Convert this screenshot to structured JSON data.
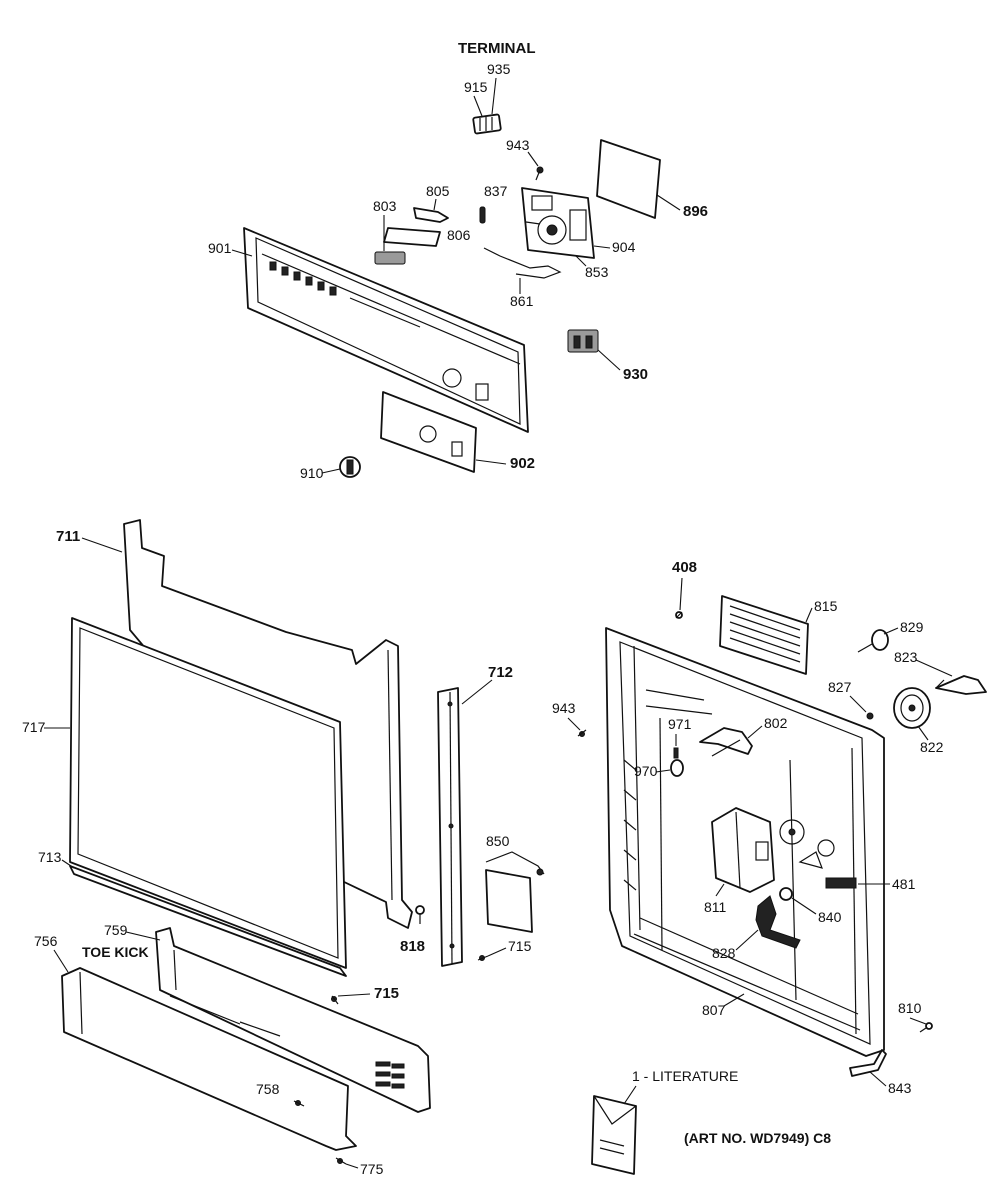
{
  "headings": {
    "terminal": "TERMINAL",
    "toe_kick": "TOE KICK",
    "literature": "1 - LITERATURE",
    "art_no": "(ART NO. WD7949) C8"
  },
  "parts": {
    "p915": "915",
    "p935": "935",
    "p943a": "943",
    "p896": "896",
    "p837": "837",
    "p805": "805",
    "p803": "803",
    "p806": "806",
    "p901": "901",
    "p904": "904",
    "p853": "853",
    "p861": "861",
    "p930": "930",
    "p902": "902",
    "p910": "910",
    "p711": "711",
    "p717": "717",
    "p712": "712",
    "p713": "713",
    "p850": "850",
    "p818": "818",
    "p715a": "715",
    "p715b": "715",
    "p759": "759",
    "p756": "756",
    "p758": "758",
    "p775": "775",
    "p408": "408",
    "p815": "815",
    "p829": "829",
    "p823": "823",
    "p827": "827",
    "p822": "822",
    "p943b": "943",
    "p971": "971",
    "p802": "802",
    "p970": "970",
    "p481": "481",
    "p811": "811",
    "p840": "840",
    "p828": "828",
    "p807": "807",
    "p810": "810",
    "p843": "843"
  }
}
